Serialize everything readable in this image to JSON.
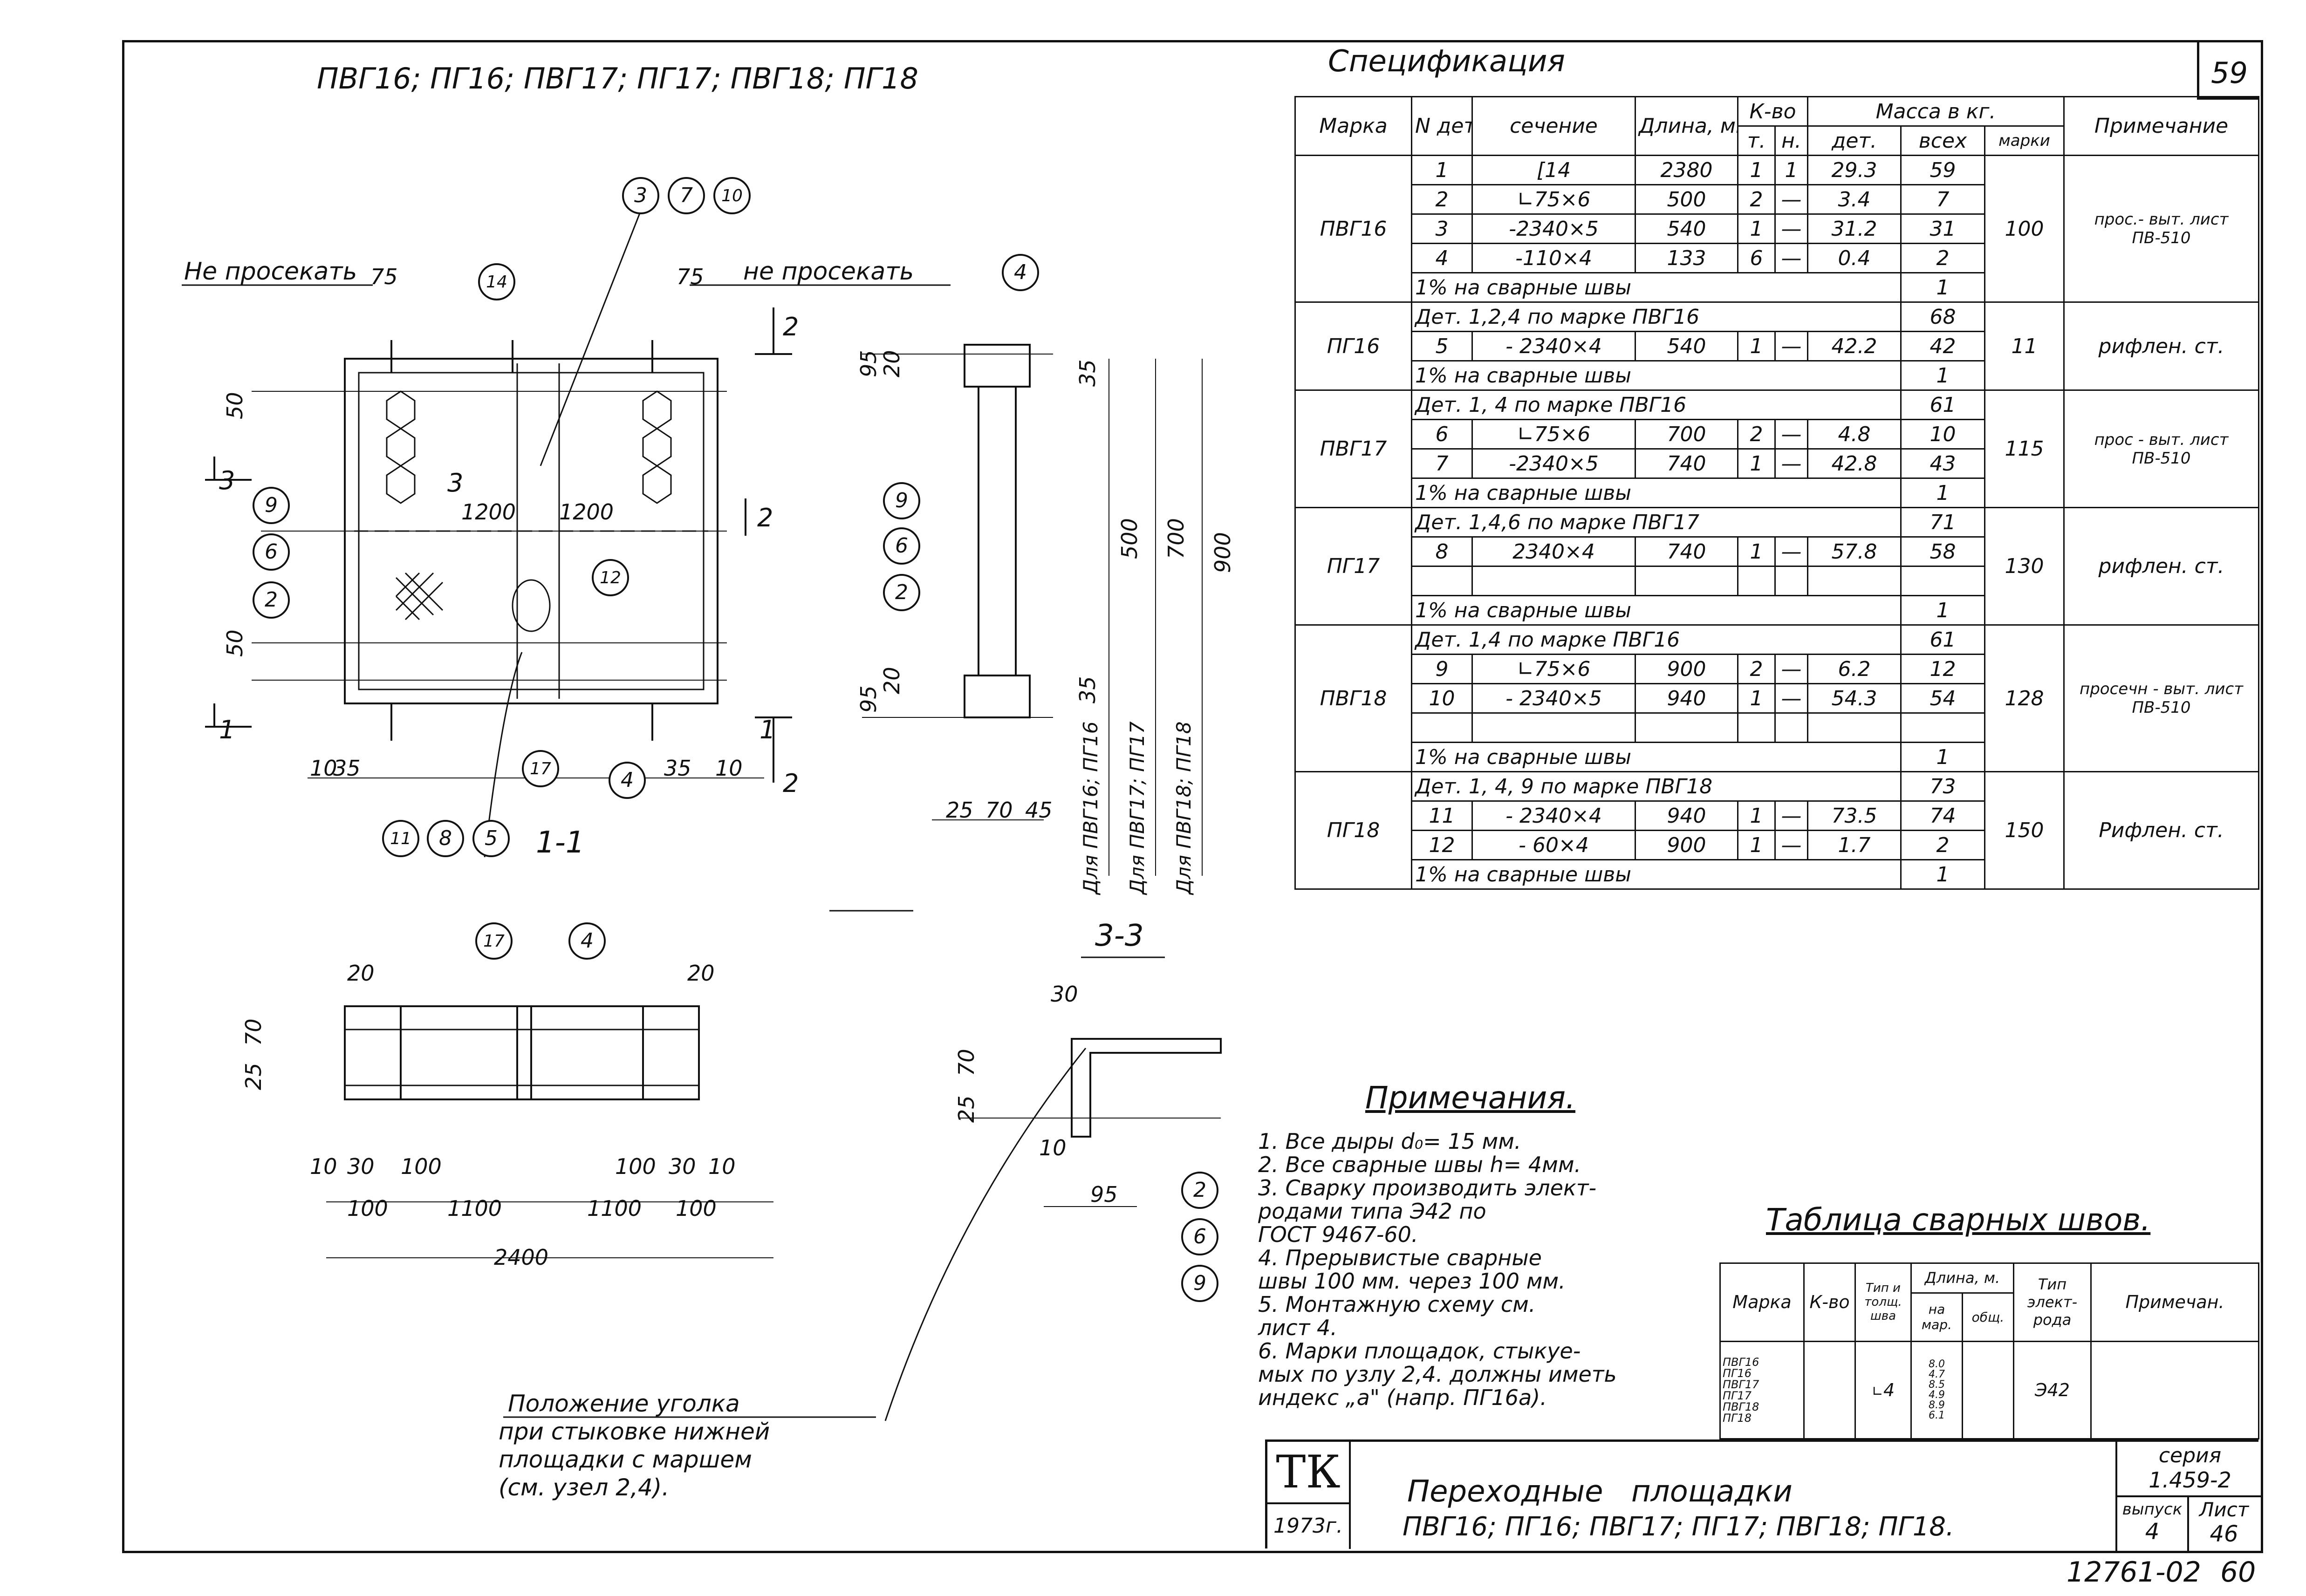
{
  "page_number": "59",
  "drawing": {
    "title": "ПВГ16; ПГ16; ПВГ17; ПГ17; ПВГ18; ПГ18",
    "no_cut_left": "Не просекать",
    "no_cut_right": "не просекать",
    "section_1_1": "1-1",
    "section_3_3": "3-3",
    "dims": {
      "d75a": "75",
      "d75b": "75",
      "d50a": "50",
      "d50b": "50",
      "d1200a": "1200",
      "d1200b": "1200",
      "d10a": "10",
      "d35a": "35",
      "d35b": "35",
      "d10b": "10",
      "d95a": "95",
      "d20a": "20",
      "d35c": "35",
      "d500": "500",
      "d700": "700",
      "d900": "900",
      "d20b": "20",
      "d95b": "95",
      "d35d": "35",
      "d25": "25",
      "d70": "70",
      "d45": "45",
      "e20a": "20",
      "e20b": "20",
      "e25": "25",
      "e70": "70",
      "e10a": "10",
      "e30a": "30",
      "e100a": "100",
      "e100b": "100",
      "e30b": "30",
      "e10b": "10",
      "e100c": "100",
      "e1100a": "1100",
      "e1100b": "1100",
      "e100d": "100",
      "e2400": "2400",
      "f30": "30",
      "f25": "25",
      "f70": "70",
      "f10": "10",
      "f95": "95"
    },
    "cut_labels": {
      "c3a": "3",
      "c3b": "3",
      "c1a": "1",
      "c1b": "1",
      "c2a": "2",
      "c2b": "2",
      "c2c": "2"
    },
    "for_pvg16": "Для ПВГ16; ПГ16",
    "for_pvg17": "Для ПВГ17; ПГ17",
    "for_pvg18": "Для ПВГ18; ПГ18",
    "balloons": {
      "b3": "3",
      "b7": "7",
      "b10": "10",
      "b14": "14",
      "b4a": "4",
      "b9a": "9",
      "b6a": "6",
      "b2a": "2",
      "b12": "12",
      "b17a": "17",
      "b4b": "4",
      "b11": "11",
      "b8": "8",
      "b5": "5",
      "b9b": "9",
      "b6b": "6",
      "b2b": "2",
      "b17b": "17",
      "b4c": "4",
      "b2c": "2",
      "b6c": "6",
      "b9c": "9"
    },
    "position_note": [
      "Положение уголка",
      "при стыковке нижней",
      "площадки с маршем",
      "(см. узел 2,4)."
    ]
  },
  "spec": {
    "title": "Спецификация",
    "headers": {
      "mark": "Марка",
      "no": "N дет.",
      "section": "сечение",
      "length": "Длина, мм.",
      "qty": "К-во",
      "qty_t": "т.",
      "qty_n": "н.",
      "mass": "Масса в кг.",
      "mass_det": "дет.",
      "mass_all": "всех",
      "mass_mark": "марки",
      "note": "Примечание"
    },
    "groups": [
      {
        "mark": "ПВГ16",
        "mass_mark": "100",
        "note": "прос.- выт. лист ПВ-510",
        "rows": [
          {
            "no": "1",
            "section": "[14",
            "length": "2380",
            "t": "1",
            "n": "1",
            "det": "29.3",
            "all": "59"
          },
          {
            "no": "2",
            "section": "∟75×6",
            "length": "500",
            "t": "2",
            "n": "—",
            "det": "3.4",
            "all": "7"
          },
          {
            "no": "3",
            "section": "-2340×5",
            "length": "540",
            "t": "1",
            "n": "—",
            "det": "31.2",
            "all": "31"
          },
          {
            "no": "4",
            "section": "-110×4",
            "length": "133",
            "t": "6",
            "n": "—",
            "det": "0.4",
            "all": "2"
          }
        ],
        "weld": {
          "text": "1% на сварные швы",
          "all": "1"
        }
      },
      {
        "mark": "ПГ16",
        "mass_mark": "11",
        "note": "рифлен. ст.",
        "ref": {
          "text": "Дет. 1,2,4 по марке ПВГ16",
          "all": "68"
        },
        "rows": [
          {
            "no": "5",
            "section": "- 2340×4",
            "length": "540",
            "t": "1",
            "n": "—",
            "det": "42.2",
            "all": "42"
          }
        ],
        "weld": {
          "text": "1% на сварные швы",
          "all": "1"
        }
      },
      {
        "mark": "ПВГ17",
        "mass_mark": "115",
        "note": "прос - выт. лист ПВ-510",
        "ref": {
          "text": "Дет. 1, 4 по марке ПВГ16",
          "all": "61"
        },
        "rows": [
          {
            "no": "6",
            "section": "∟75×6",
            "length": "700",
            "t": "2",
            "n": "—",
            "det": "4.8",
            "all": "10"
          },
          {
            "no": "7",
            "section": "-2340×5",
            "length": "740",
            "t": "1",
            "n": "—",
            "det": "42.8",
            "all": "43"
          }
        ],
        "weld": {
          "text": "1% на сварные швы",
          "all": "1"
        }
      },
      {
        "mark": "ПГ17",
        "mass_mark": "130",
        "note": "рифлен. ст.",
        "ref": {
          "text": "Дет. 1,4,6 по марке ПВГ17",
          "all": "71"
        },
        "rows": [
          {
            "no": "8",
            "section": "2340×4",
            "length": "740",
            "t": "1",
            "n": "—",
            "det": "57.8",
            "all": "58"
          }
        ],
        "weld": {
          "text": "1% на сварные швы",
          "all": "1"
        }
      },
      {
        "mark": "ПВГ18",
        "mass_mark": "128",
        "note": "просечн - выт. лист ПВ-510",
        "ref": {
          "text": "Дет. 1,4 по марке ПВГ16",
          "all": "61"
        },
        "rows": [
          {
            "no": "9",
            "section": "∟75×6",
            "length": "900",
            "t": "2",
            "n": "—",
            "det": "6.2",
            "all": "12"
          },
          {
            "no": "10",
            "section": "- 2340×5",
            "length": "940",
            "t": "1",
            "n": "—",
            "det": "54.3",
            "all": "54"
          }
        ],
        "weld": {
          "text": "1% на сварные швы",
          "all": "1"
        }
      },
      {
        "mark": "ПГ18",
        "mass_mark": "150",
        "note": "Рифлен. ст.",
        "ref": {
          "text": "Дет. 1, 4, 9 по марке ПВГ18",
          "all": "73"
        },
        "rows": [
          {
            "no": "11",
            "section": "- 2340×4",
            "length": "940",
            "t": "1",
            "n": "—",
            "det": "73.5",
            "all": "74"
          },
          {
            "no": "12",
            "section": "- 60×4",
            "length": "900",
            "t": "1",
            "n": "—",
            "det": "1.7",
            "all": "2"
          }
        ],
        "weld": {
          "text": "1% на сварные швы",
          "all": "1"
        }
      }
    ]
  },
  "notes": {
    "title": "Примечания.",
    "items": [
      "1. Все дыры d₀= 15 мм.",
      "2. Все сварные швы h= 4мм.",
      "3. Сварку производить элект-",
      "    родами типа Э42 по",
      "    ГОСТ 9467-60.",
      "4. Прерывистые сварные",
      "    швы 100 мм. через 100 мм.",
      "5. Монтажную схему см.",
      "    лист 4.",
      "6. Марки площадок, стыкуе-",
      "    мых по узлу 2,4. должны иметь",
      "    индекс „а\" (напр. ПГ16а)."
    ]
  },
  "weld_table": {
    "title": "Таблица сварных швов.",
    "headers": {
      "mark": "Марка",
      "qty": "К-во",
      "type": "Тип и толщ. шва",
      "length": "Длина, м.",
      "len_mark": "на мар.",
      "len_total": "общ.",
      "electrode": "Тип элект- рода",
      "note": "Примечан."
    },
    "marks": [
      "ПВГ16",
      "ПГ16",
      "ПВГ17",
      "ПГ17",
      "ПВГ18",
      "ПГ18"
    ],
    "len_values": [
      "8.0",
      "4.7",
      "8.5",
      "4.9",
      "8.9",
      "6.1"
    ],
    "type": "4",
    "electrode": "Э42"
  },
  "title_block": {
    "logo": "ТК",
    "year": "1973г.",
    "title_line1": "Переходные площадки",
    "title_line2": "ПВГ16; ПГ16; ПВГ17; ПГ17; ПВГ18; ПГ18.",
    "series_label": "серия",
    "series": "1.459-2",
    "issue_label": "выпуск",
    "issue": "4",
    "sheet_label": "Лист",
    "sheet": "46"
  },
  "footer": {
    "code": "12761-02",
    "page": "60"
  }
}
